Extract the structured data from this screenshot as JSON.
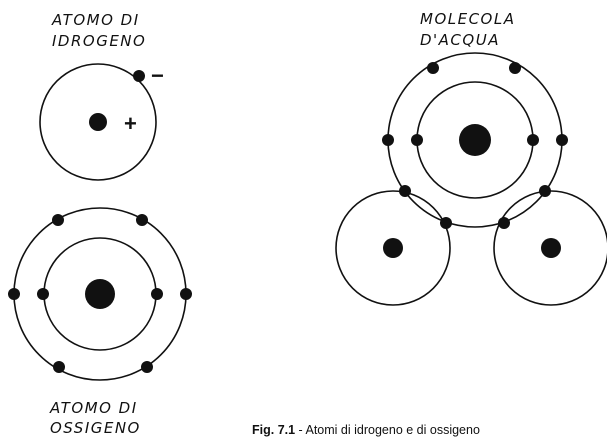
{
  "labels": {
    "hydrogen_line1": "ATOMO DI",
    "hydrogen_line2": "IDROGENO",
    "molecule_line1": "MOLECOLA",
    "molecule_line2": "D'ACQUA",
    "oxygen_line1": "ATOMO DI",
    "oxygen_line2": "OSSIGENO"
  },
  "charges": {
    "negative": "−",
    "positive": "+"
  },
  "caption": {
    "figure_ref": "Fig. 7.1",
    "text": " - Atomi di idrogeno e di ossigeno"
  },
  "colors": {
    "ink": "#111111",
    "background": "#ffffff"
  }
}
